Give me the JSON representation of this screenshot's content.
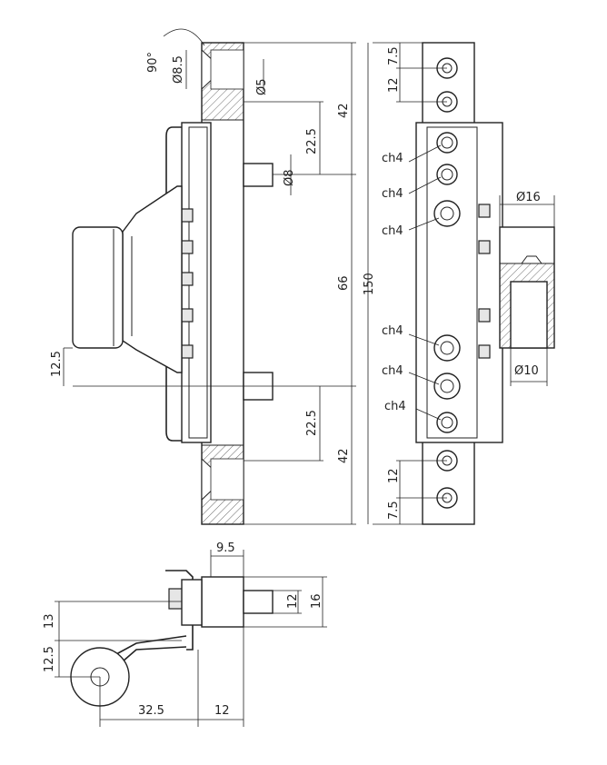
{
  "left_view": {
    "angle": "90°",
    "dia_countersink": "Ø8.5",
    "dia_hole": "Ø5",
    "dim_top_42": "42",
    "dim_top_22_5": "22.5",
    "dia_pin": "Ø8",
    "dim_66": "66",
    "dim_total_150": "150",
    "dim_12_5": "12.5",
    "dim_bottom_22_5": "22.5",
    "dim_bottom_42": "42"
  },
  "right_view": {
    "dim_top_7_5": "7.5",
    "dim_top_12": "12",
    "ch4_labels": [
      "ch4",
      "ch4",
      "ch4",
      "ch4",
      "ch4",
      "ch4"
    ],
    "dia_knob": "Ø16",
    "dia_bore": "Ø10",
    "dim_bottom_12": "12",
    "dim_bottom_7_5": "7.5"
  },
  "bottom_view": {
    "dim_9_5": "9.5",
    "dim_12": "12",
    "dim_16": "16",
    "dim_13": "13",
    "dim_12_5": "12.5",
    "dim_32_5": "32.5",
    "dim_12_bottom": "12"
  }
}
